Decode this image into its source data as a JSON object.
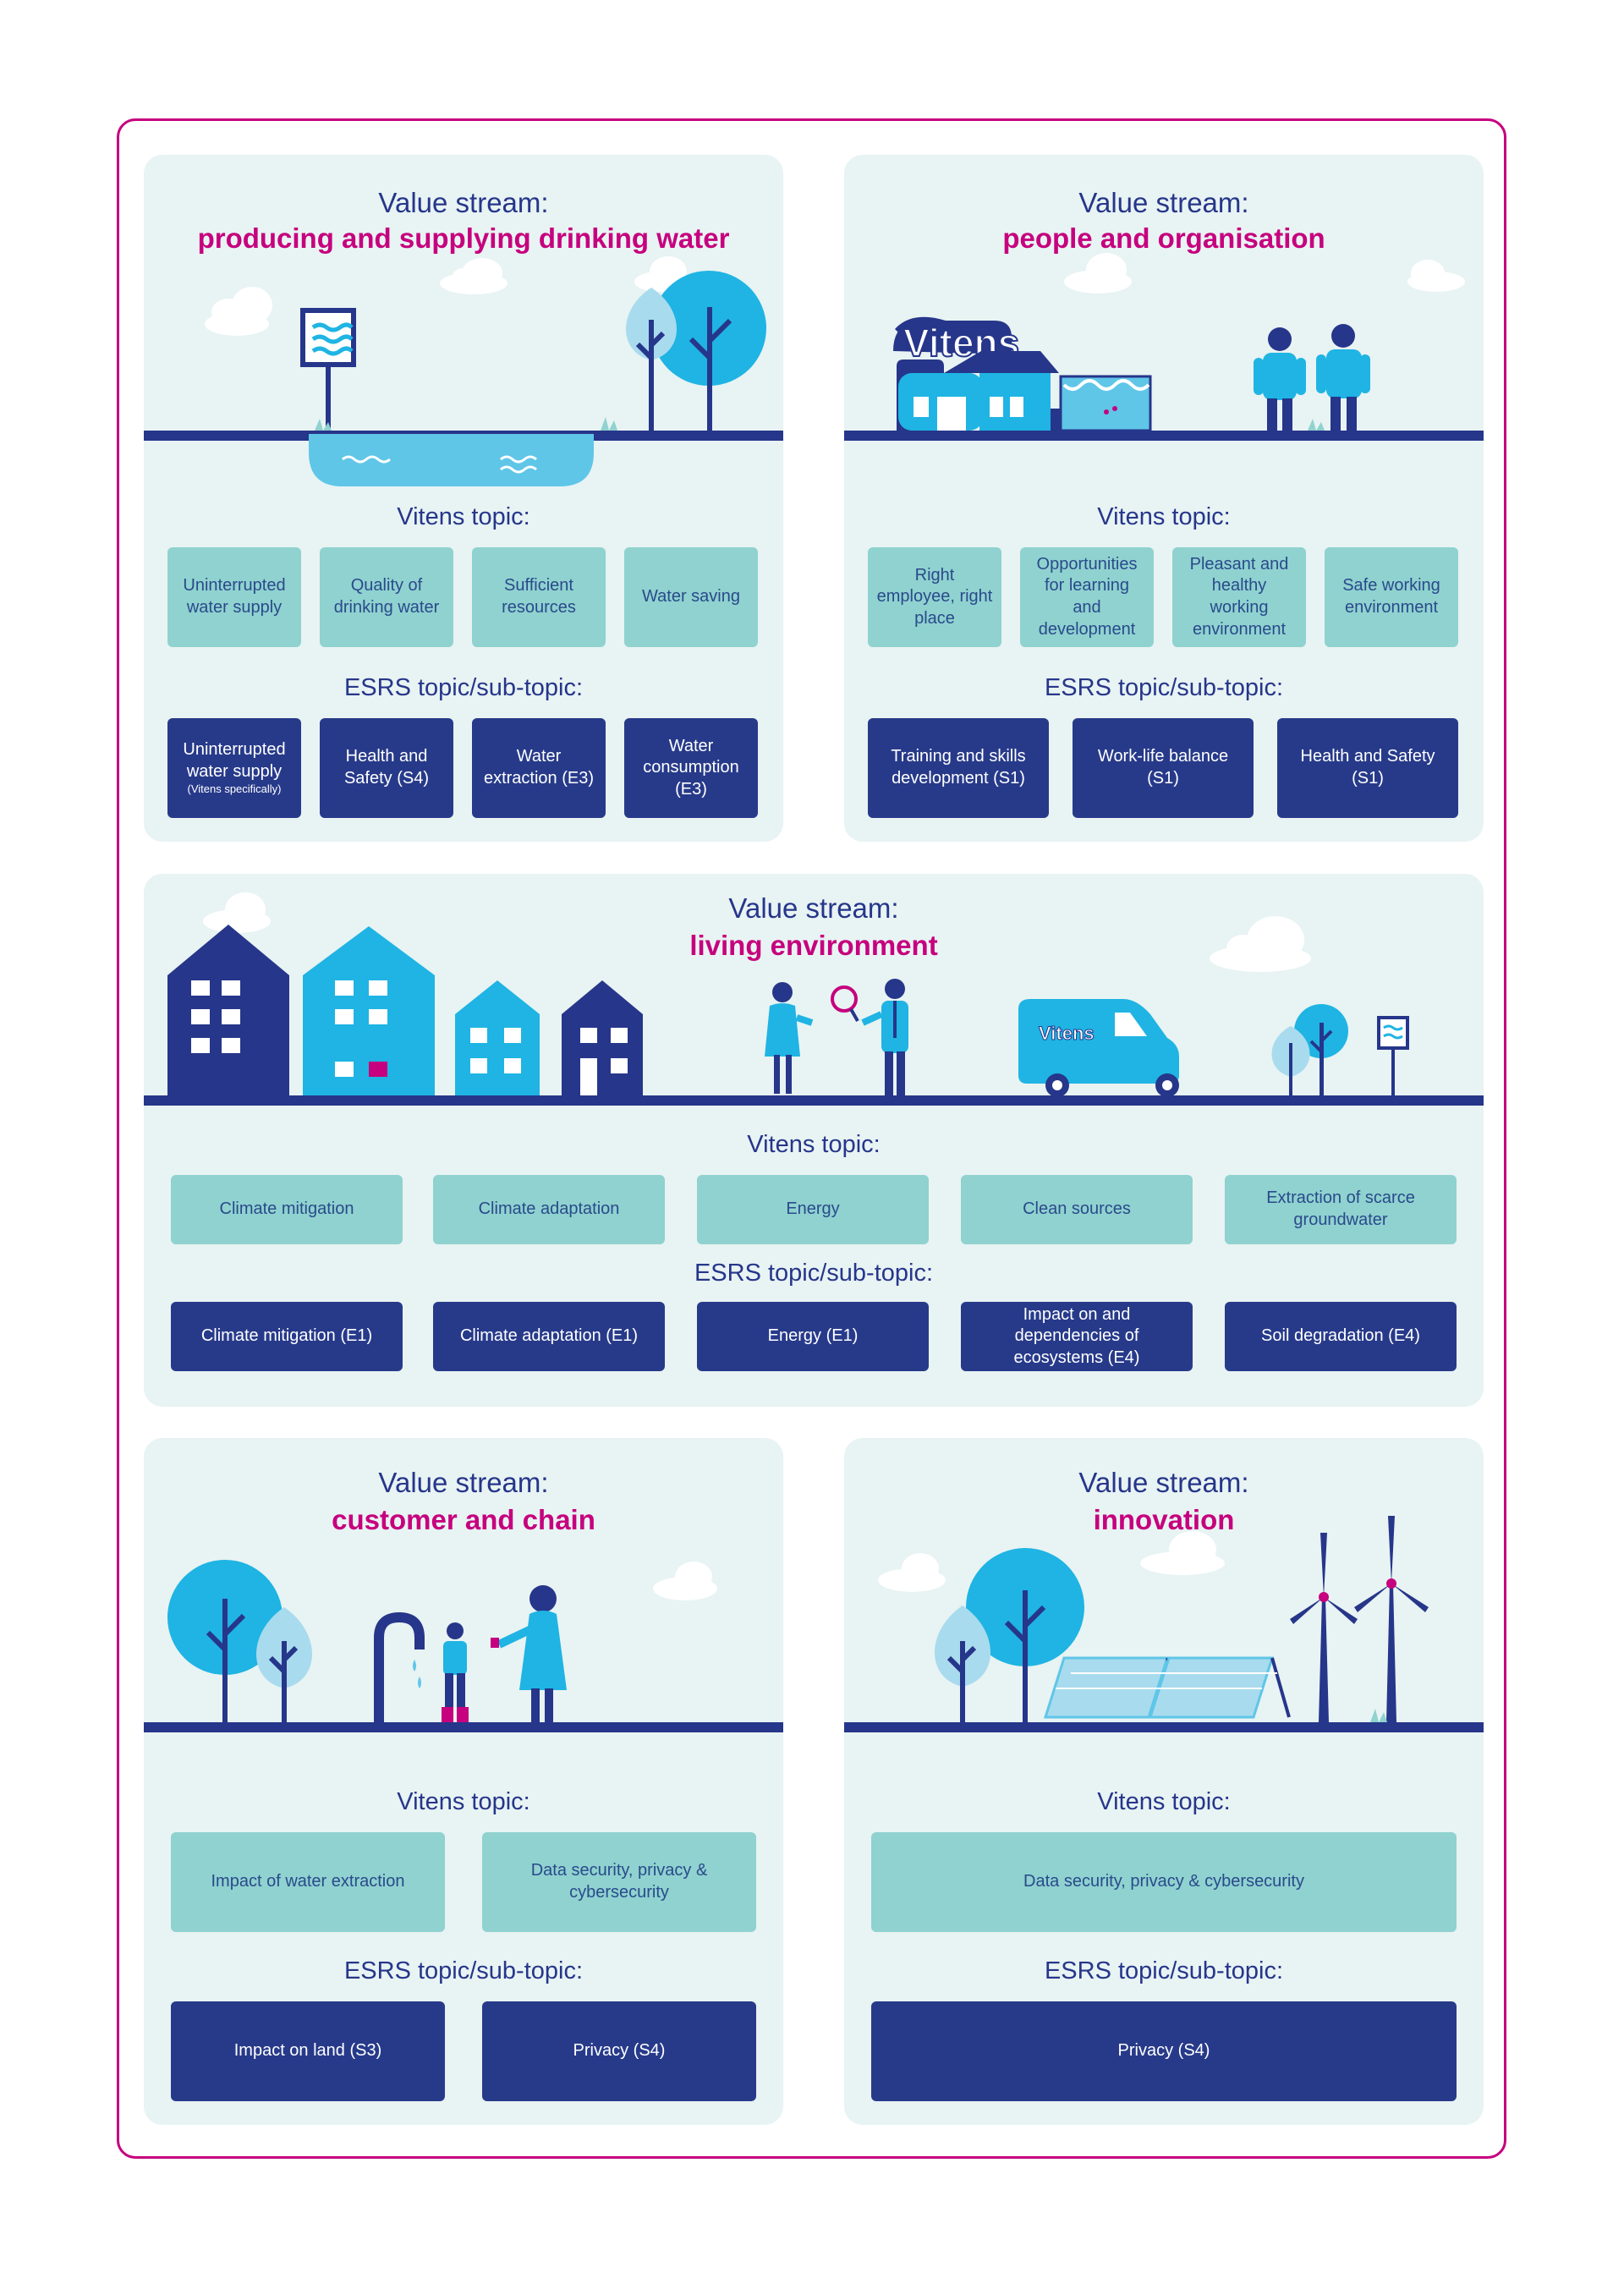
{
  "labels": {
    "value_stream": "Value stream:",
    "vitens_topic": "Vitens topic:",
    "esrs_topic": "ESRS topic/sub-topic:"
  },
  "colors": {
    "frame": "#c6007e",
    "panel_bg": "#e8f3f3",
    "navy": "#26368a",
    "light_box": "#8fd2cf",
    "dark_box": "#273a8a",
    "accent_blue": "#1fb4e3",
    "magenta": "#c6007e"
  },
  "streams": {
    "drinking_water": {
      "name": "producing and supplying drinking water",
      "vitens_topics": [
        "Uninterrupted water supply",
        "Quality of drinking water",
        "Sufficient resources",
        "Water saving"
      ],
      "esrs_topics": [
        {
          "main": "Uninterrupted water supply",
          "note": "(Vitens specifically)"
        },
        {
          "main": "Health and Safety (S4)"
        },
        {
          "main": "Water extraction (E3)"
        },
        {
          "main": "Water consumption (E3)"
        }
      ]
    },
    "people": {
      "name": "people and organisation",
      "logo_text": "Vitens",
      "vitens_topics": [
        "Right employee, right place",
        "Opportunities for learning and development",
        "Pleasant and healthy working environment",
        "Safe working environment"
      ],
      "esrs_topics": [
        "Training and skills development (S1)",
        "Work-life balance (S1)",
        "Health and Safety (S1)"
      ]
    },
    "living": {
      "name": "living environment",
      "van_text": "Vitens",
      "vitens_topics": [
        "Climate mitigation",
        "Climate adaptation",
        "Energy",
        "Clean sources",
        "Extraction of scarce groundwater"
      ],
      "esrs_topics": [
        "Climate mitigation (E1)",
        "Climate adaptation (E1)",
        "Energy (E1)",
        "Impact on and dependencies of ecosystems (E4)",
        "Soil degradation (E4)"
      ]
    },
    "customer": {
      "name": "customer and chain",
      "vitens_topics": [
        "Impact of water extraction",
        "Data security, privacy & cybersecurity"
      ],
      "esrs_topics": [
        "Impact on land (S3)",
        "Privacy (S4)"
      ]
    },
    "innovation": {
      "name": "innovation",
      "vitens_topics": [
        "Data security, privacy & cybersecurity"
      ],
      "esrs_topics": [
        "Privacy (S4)"
      ]
    }
  }
}
